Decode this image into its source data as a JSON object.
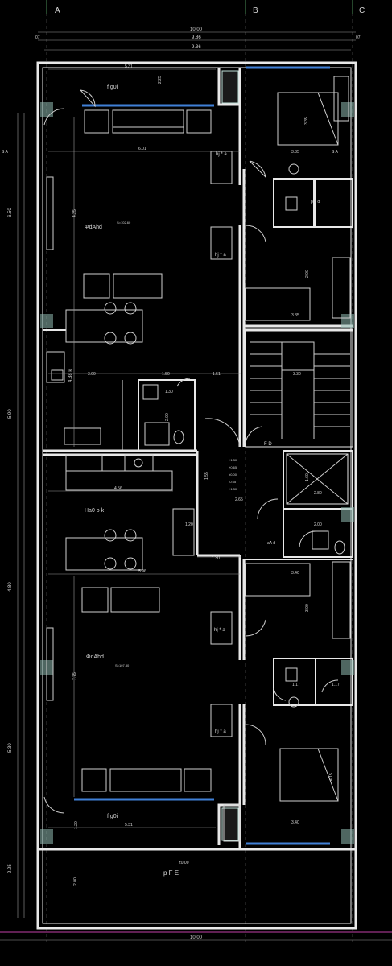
{
  "grid_labels": [
    "A",
    "B",
    "C"
  ],
  "top_dims": {
    "overall": "10.00",
    "inner": "9.86",
    "inner2": "9.36",
    "edge_left": "07",
    "edge_right": "07",
    "top_span": "5.31"
  },
  "left_dims": [
    "6.50",
    "5.90",
    "4.80",
    "5.30",
    "2.25"
  ],
  "bottom_dim": "10.00",
  "section_marks": [
    "S A",
    "S A"
  ],
  "rooms": {
    "terrace_top": "f g0i",
    "bed1": "hj * a",
    "bed2": "hj * a",
    "bed3": "hj * a",
    "bed4": "hj * a",
    "living_top": "ΦdAhd",
    "living_top_area": "S=102.60",
    "living_bottom": "ΦdAhd",
    "living_bottom_area": "S=107.30",
    "kitchen_top": "4.38 k",
    "kitchen_bottom": "Ha0 o k",
    "stair_label": "F D",
    "terrace_bottom": "f g0i",
    "entrance": "p F E",
    "entrance_level": "±0.00",
    "bath_a": "aA d",
    "bath_b": "p a d"
  },
  "inner_dims": [
    "5.31",
    "6.01",
    "3.35",
    "3.35",
    "2.00",
    "3.35",
    "3.00",
    "1.50",
    "1.51",
    "3.30",
    "1.30",
    "2.00",
    "4.56",
    "1.20",
    "2.65",
    "1.55",
    "1.60",
    "2.80",
    "2.00",
    "1.30",
    "5.96",
    "3.40",
    "3.00",
    "1.17",
    "1.17",
    "4.15",
    "3.40",
    "5.31",
    "2.00",
    "1.20",
    "4.25",
    "7.75",
    "2.25"
  ],
  "levels": [
    "+1.30",
    "+0.65",
    "±0.00",
    "-0.65",
    "+1.30"
  ]
}
